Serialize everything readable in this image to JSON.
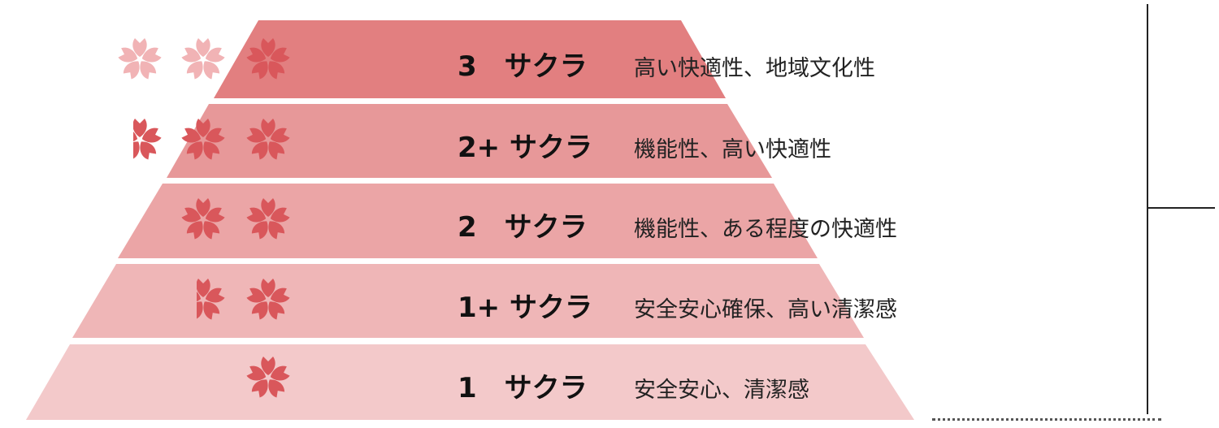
{
  "tiers": [
    {
      "level": "3",
      "name": "サクラ",
      "desc": "高い快適性、地域文化性",
      "flowers": 3,
      "color": "#e27f80"
    },
    {
      "level": "2+",
      "name": "サクラ",
      "desc": "機能性、高い快適性",
      "flowers": 2.5,
      "color": "#e79899"
    },
    {
      "level": "2",
      "name": "サクラ",
      "desc": "機能性、ある程度の快適性",
      "flowers": 2,
      "color": "#eba5a6"
    },
    {
      "level": "1+",
      "name": "サクラ",
      "desc": "安全安心確保、高い清潔感",
      "flowers": 1.5,
      "color": "#efb6b7"
    },
    {
      "level": "1",
      "name": "サクラ",
      "desc": "安全安心、清潔感",
      "flowers": 1,
      "color": "#f3c9ca"
    }
  ],
  "colors": {
    "flower_active": "#d9575b",
    "flower_faded": "#f1b3b5",
    "line": "#222222"
  },
  "icons": {
    "flower": "sakura-flower-icon"
  }
}
